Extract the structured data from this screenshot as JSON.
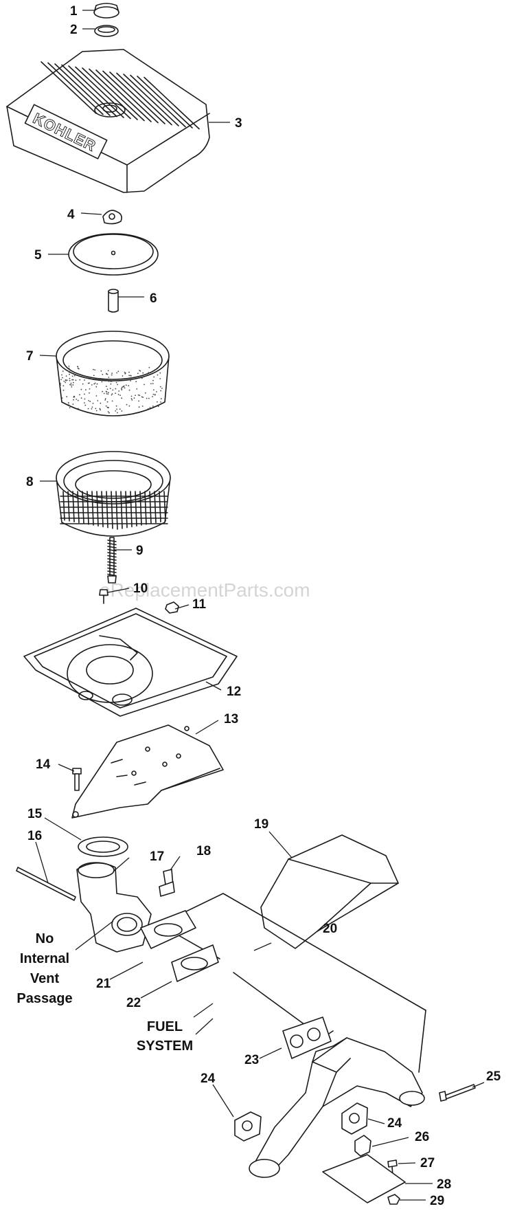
{
  "diagram": {
    "brand_label": "KOHLER",
    "watermark": "eReplacementParts.com",
    "notes": {
      "vent_line1": "No",
      "vent_line2": "Internal",
      "vent_line3": "Vent",
      "vent_line4": "Passage",
      "fuel_line1": "FUEL",
      "fuel_line2": "SYSTEM"
    },
    "callouts": [
      "1",
      "2",
      "3",
      "4",
      "5",
      "6",
      "7",
      "8",
      "9",
      "10",
      "11",
      "12",
      "13",
      "14",
      "15",
      "16",
      "17",
      "18",
      "19",
      "20",
      "21",
      "22",
      "23",
      "24",
      "24",
      "25",
      "26",
      "27",
      "28",
      "29"
    ]
  }
}
